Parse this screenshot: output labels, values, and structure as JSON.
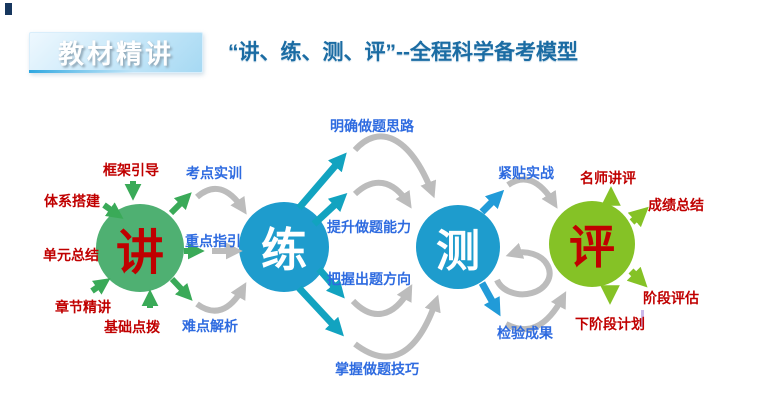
{
  "header": {
    "badge": "教材精讲",
    "title": "“讲、练、测、评”--全程科学备考模型"
  },
  "nodes": {
    "teach": {
      "char": "讲"
    },
    "practice": {
      "char": "练"
    },
    "test": {
      "char": "测"
    },
    "evaluate": {
      "char": "评"
    }
  },
  "labels": {
    "frame_guide": "框架引导",
    "system_build": "体系搭建",
    "unit_summary": "单元总结",
    "chapter_lecture": "章节精讲",
    "basic_tips": "基础点拨",
    "exam_point_training": "考点实训",
    "key_point_guide": "重点指引",
    "difficult_point_analysis": "难点解析",
    "clear_thinking": "明确做题思路",
    "improve_ability": "提升做题能力",
    "grasp_direction": "把握出题方向",
    "master_skills": "掌握做题技巧",
    "close_to_practice": "紧贴实战",
    "check_results": "检验成果",
    "teacher_review": "名师讲评",
    "score_summary": "成绩总结",
    "stage_evaluation": "阶段评估",
    "next_stage_plan": "下阶段计划"
  },
  "colors": {
    "node_teach": "#4fb072",
    "node_practice": "#1e9ccd",
    "node_test": "#1e9ccd",
    "node_evaluate": "#85c226",
    "node_char_red": "#c00000",
    "node_char_white": "#ffffff",
    "label_red": "#c00000",
    "label_blue": "#2e6be0",
    "arrow_green": "#3aaa58",
    "arrow_teal": "#12a3c0",
    "arrow_blue": "#219bd8",
    "arrow_lime": "#85c226",
    "connector_gray": "#bcbcbc",
    "title_blue": "#1b6ca3",
    "banner_text": "#ffffff",
    "corner_mark": "#17375e"
  }
}
